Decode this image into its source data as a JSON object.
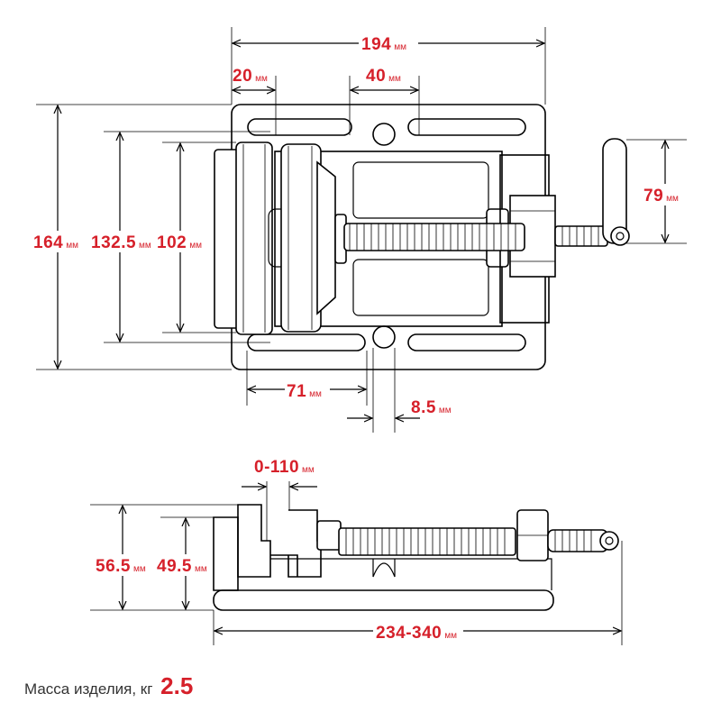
{
  "unit": "мм",
  "dimensions": {
    "top_width": "194",
    "slot_offset": "20",
    "slot_length": "40",
    "overall_height": "164",
    "jaw_height": "132.5",
    "jaw_width": "102",
    "handle_height": "79",
    "slot_distance": "71",
    "slot_width": "8.5",
    "jaw_opening": "0-110",
    "side_height": "56.5",
    "side_jaw_height": "49.5",
    "overall_length": "234-340"
  },
  "footer": {
    "label": "Масса изделия, кг",
    "weight": "2.5"
  },
  "colors": {
    "accent": "#d6202a",
    "line": "#000000"
  }
}
